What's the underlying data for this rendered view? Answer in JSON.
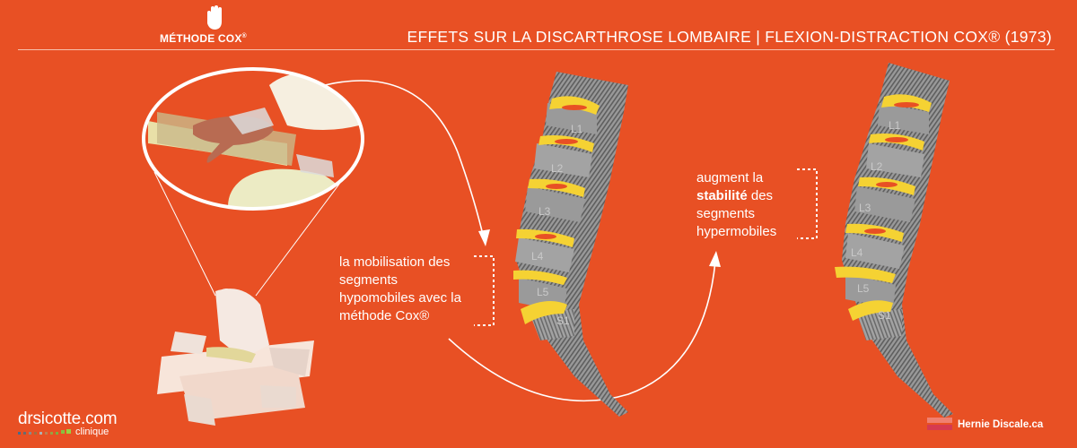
{
  "header": {
    "logo_text": "MÉTHODE COX",
    "logo_mark": "®",
    "title": "EFFETS SUR LA DISCARTHROSE LOMBAIRE  |  FLEXION-DISTRACTION COX® (1973)"
  },
  "captions": {
    "left": "la mobilisation des segments hypomobiles avec la méthode Cox®",
    "right_before": "augment la",
    "right_bold": "stabilité",
    "right_after": "des segments hypermobiles"
  },
  "spine_labels": [
    "L1",
    "L2",
    "L3",
    "L4",
    "L5",
    "S1"
  ],
  "footer": {
    "clinic_name": "drsicotte.com",
    "clinic_sub": "clinique",
    "partner_logo": "Hernie Discale.ca"
  },
  "colors": {
    "background": "#e85024",
    "disc": "#f5d233",
    "vertebra": "#8d8d8d",
    "text": "#ffffff"
  },
  "icons": [
    "hand-icon"
  ]
}
